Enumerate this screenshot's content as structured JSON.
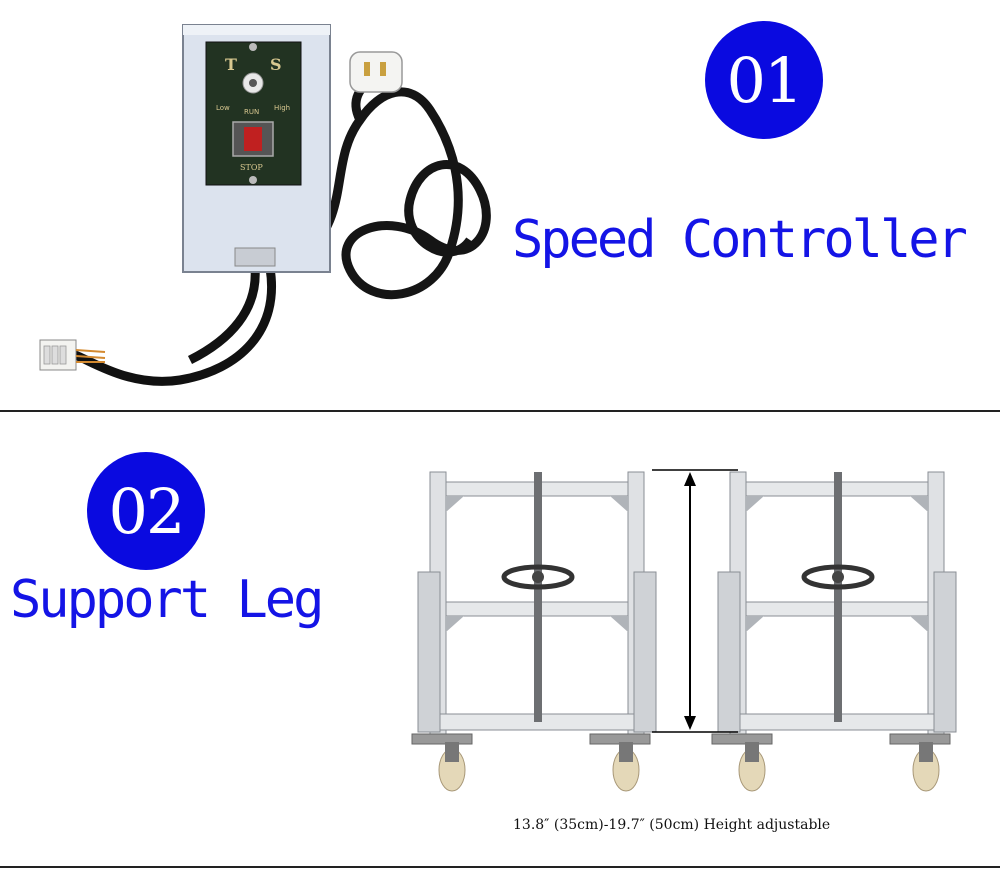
{
  "sections": [
    {
      "number": "01",
      "title": "Speed Controller"
    },
    {
      "number": "02",
      "title": "Support Leg",
      "caption": "13.8″ (35cm)-19.7″ (50cm) Height adjustable"
    }
  ],
  "controller_panel": {
    "left_letter": "T",
    "right_letter": "S",
    "low_label": "Low",
    "run_label": "RUN",
    "high_label": "High",
    "stop_label": "STOP"
  },
  "colors": {
    "badge": "#0a0ae0",
    "title_text": "#1414e6",
    "box": "#dce3ee",
    "panel": "#223322"
  }
}
